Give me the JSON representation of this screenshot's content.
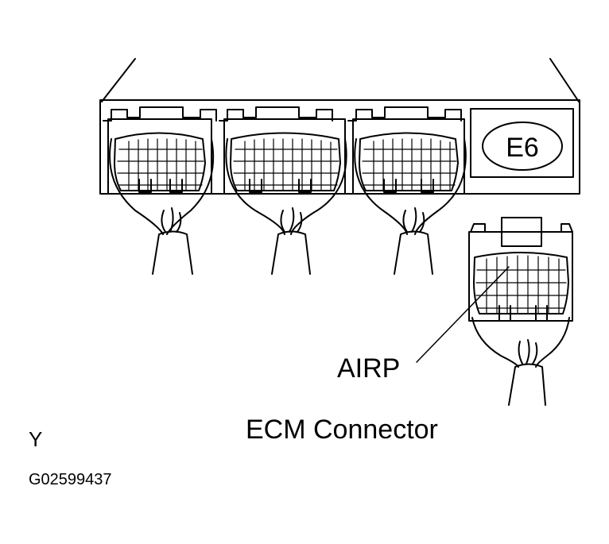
{
  "diagram": {
    "connector_tag": "E6",
    "pin_label": "AIRP",
    "caption": "ECM Connector",
    "corner_letter": "Y",
    "figure_code": "G02599437"
  },
  "colors": {
    "ink": "#000000",
    "paper": "#ffffff"
  }
}
